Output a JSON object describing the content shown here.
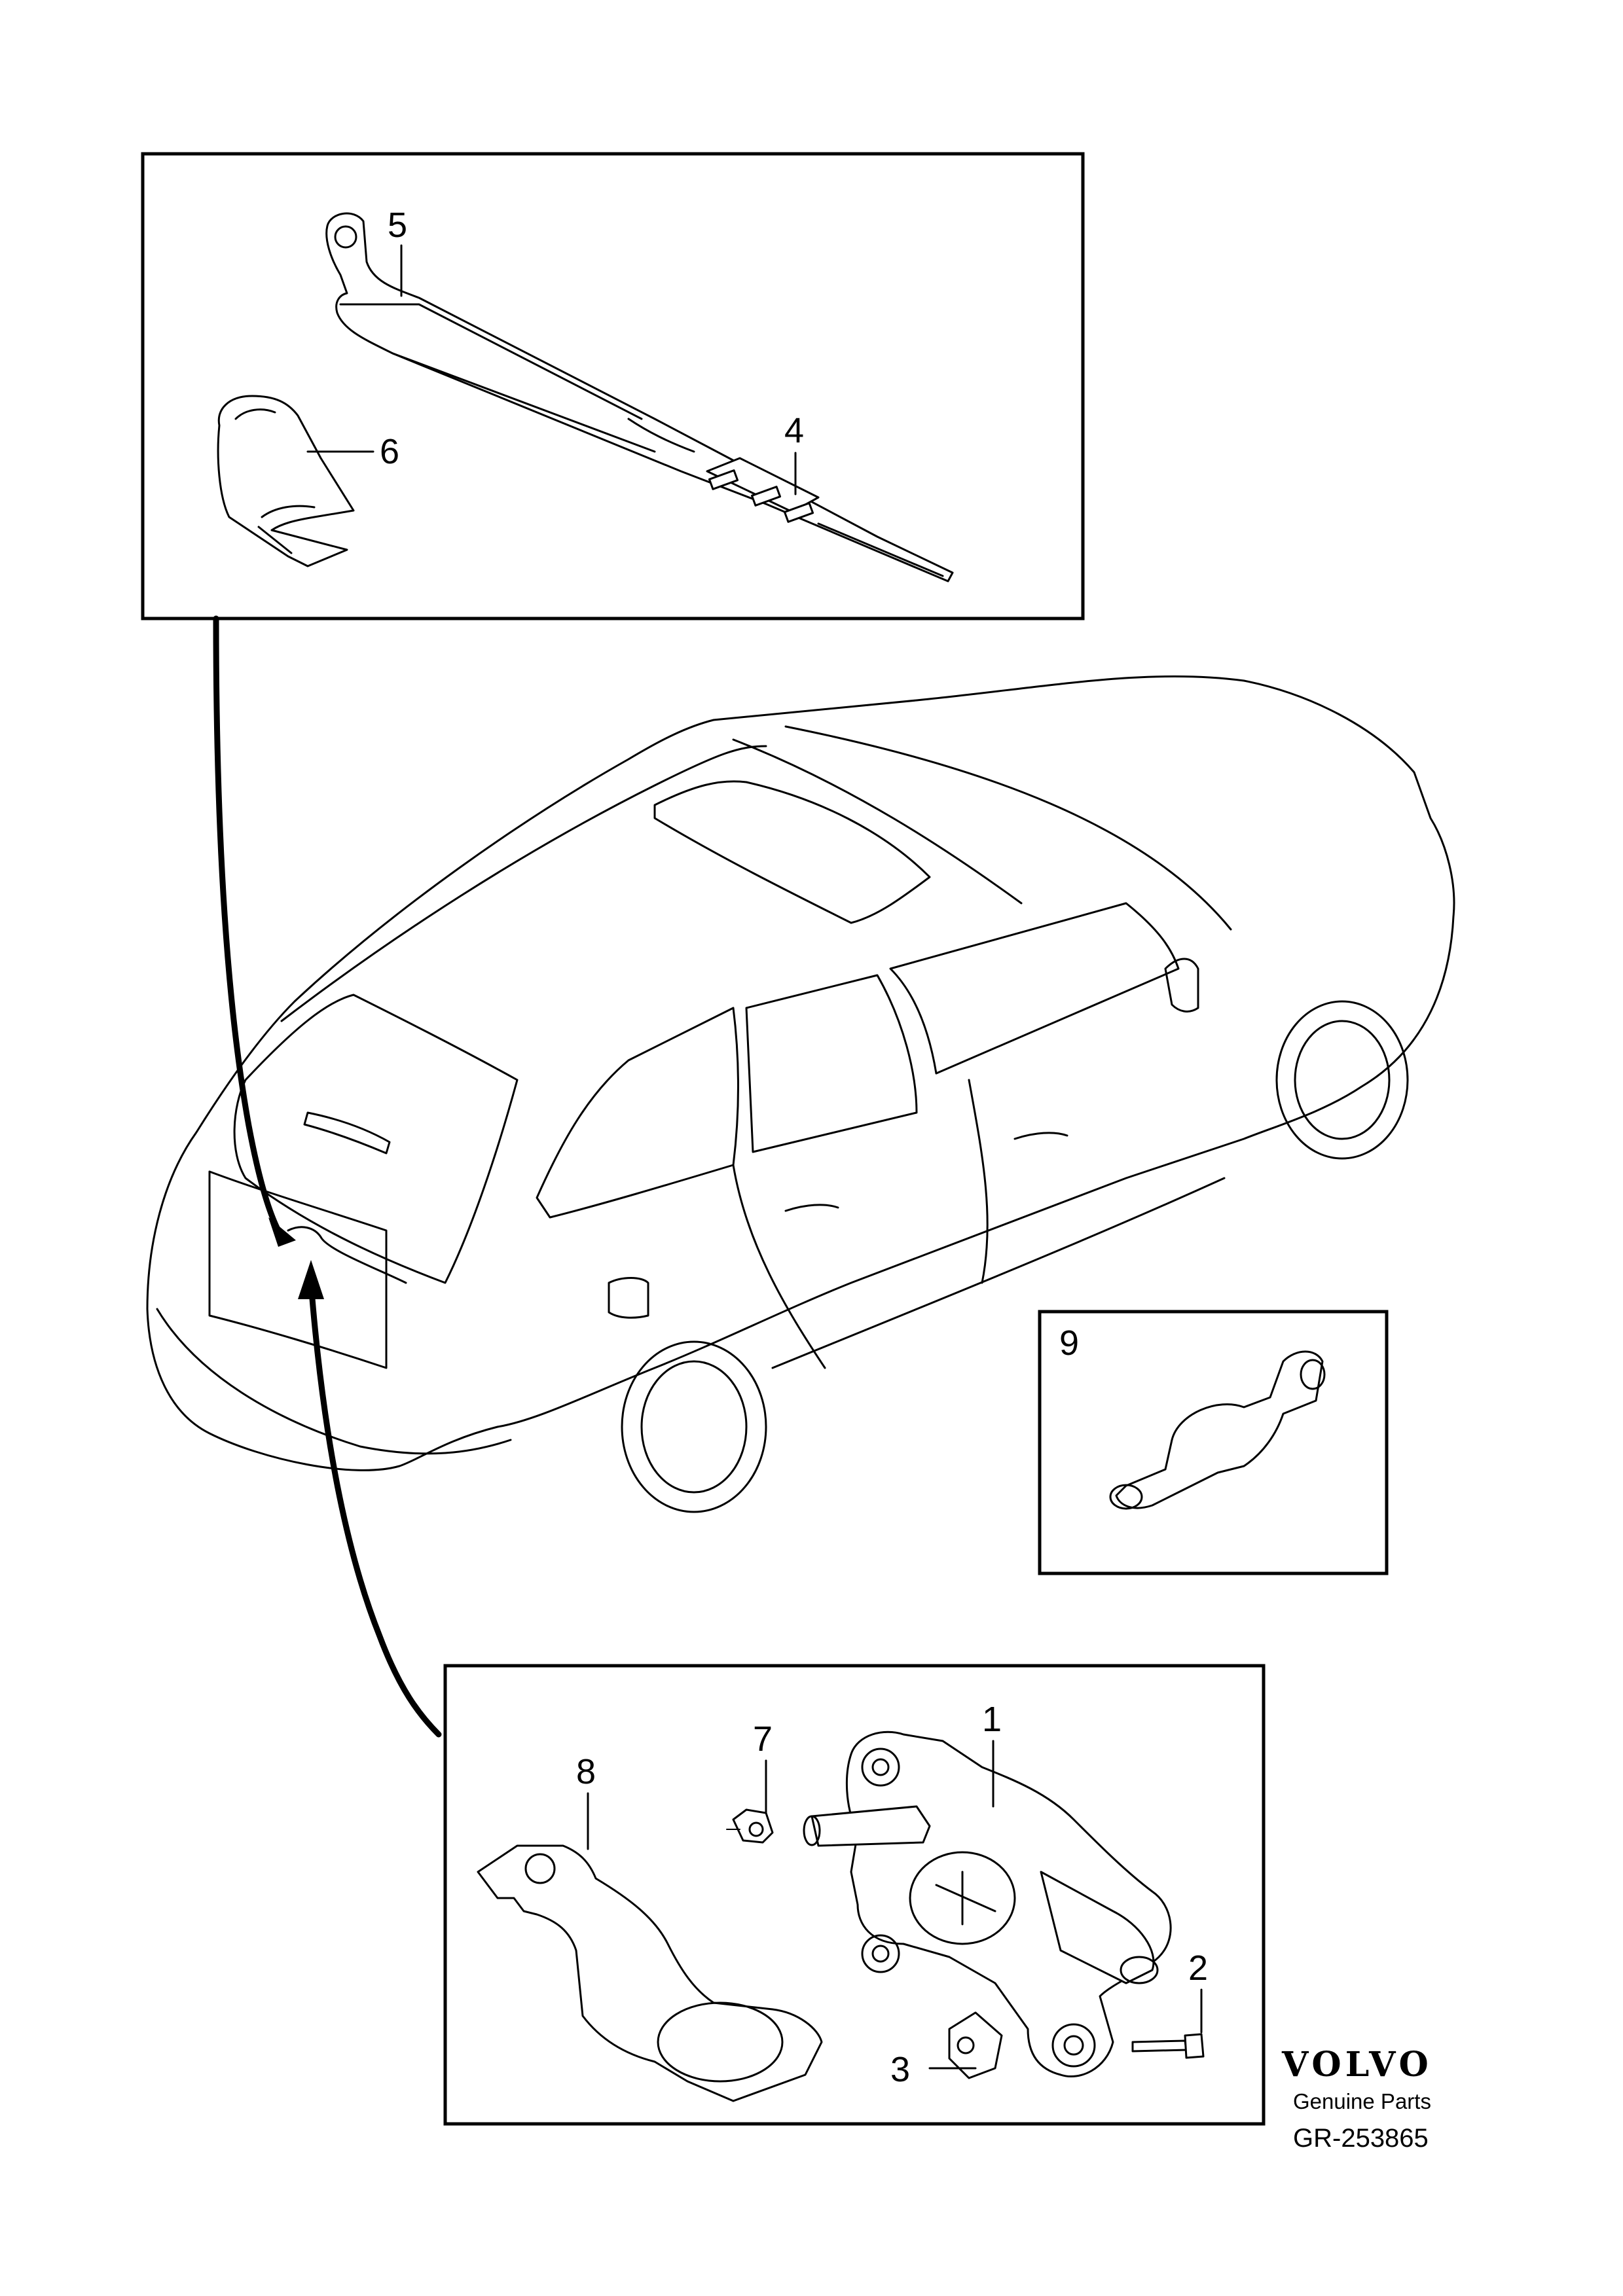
{
  "callouts": {
    "p1": "1",
    "p2": "2",
    "p3": "3",
    "p4": "4",
    "p5": "5",
    "p6": "6",
    "p7": "7",
    "p8": "8",
    "p9": "9"
  },
  "footer": {
    "brand": "VOLVO",
    "subtitle": "Genuine Parts",
    "reference": "GR-253865"
  }
}
